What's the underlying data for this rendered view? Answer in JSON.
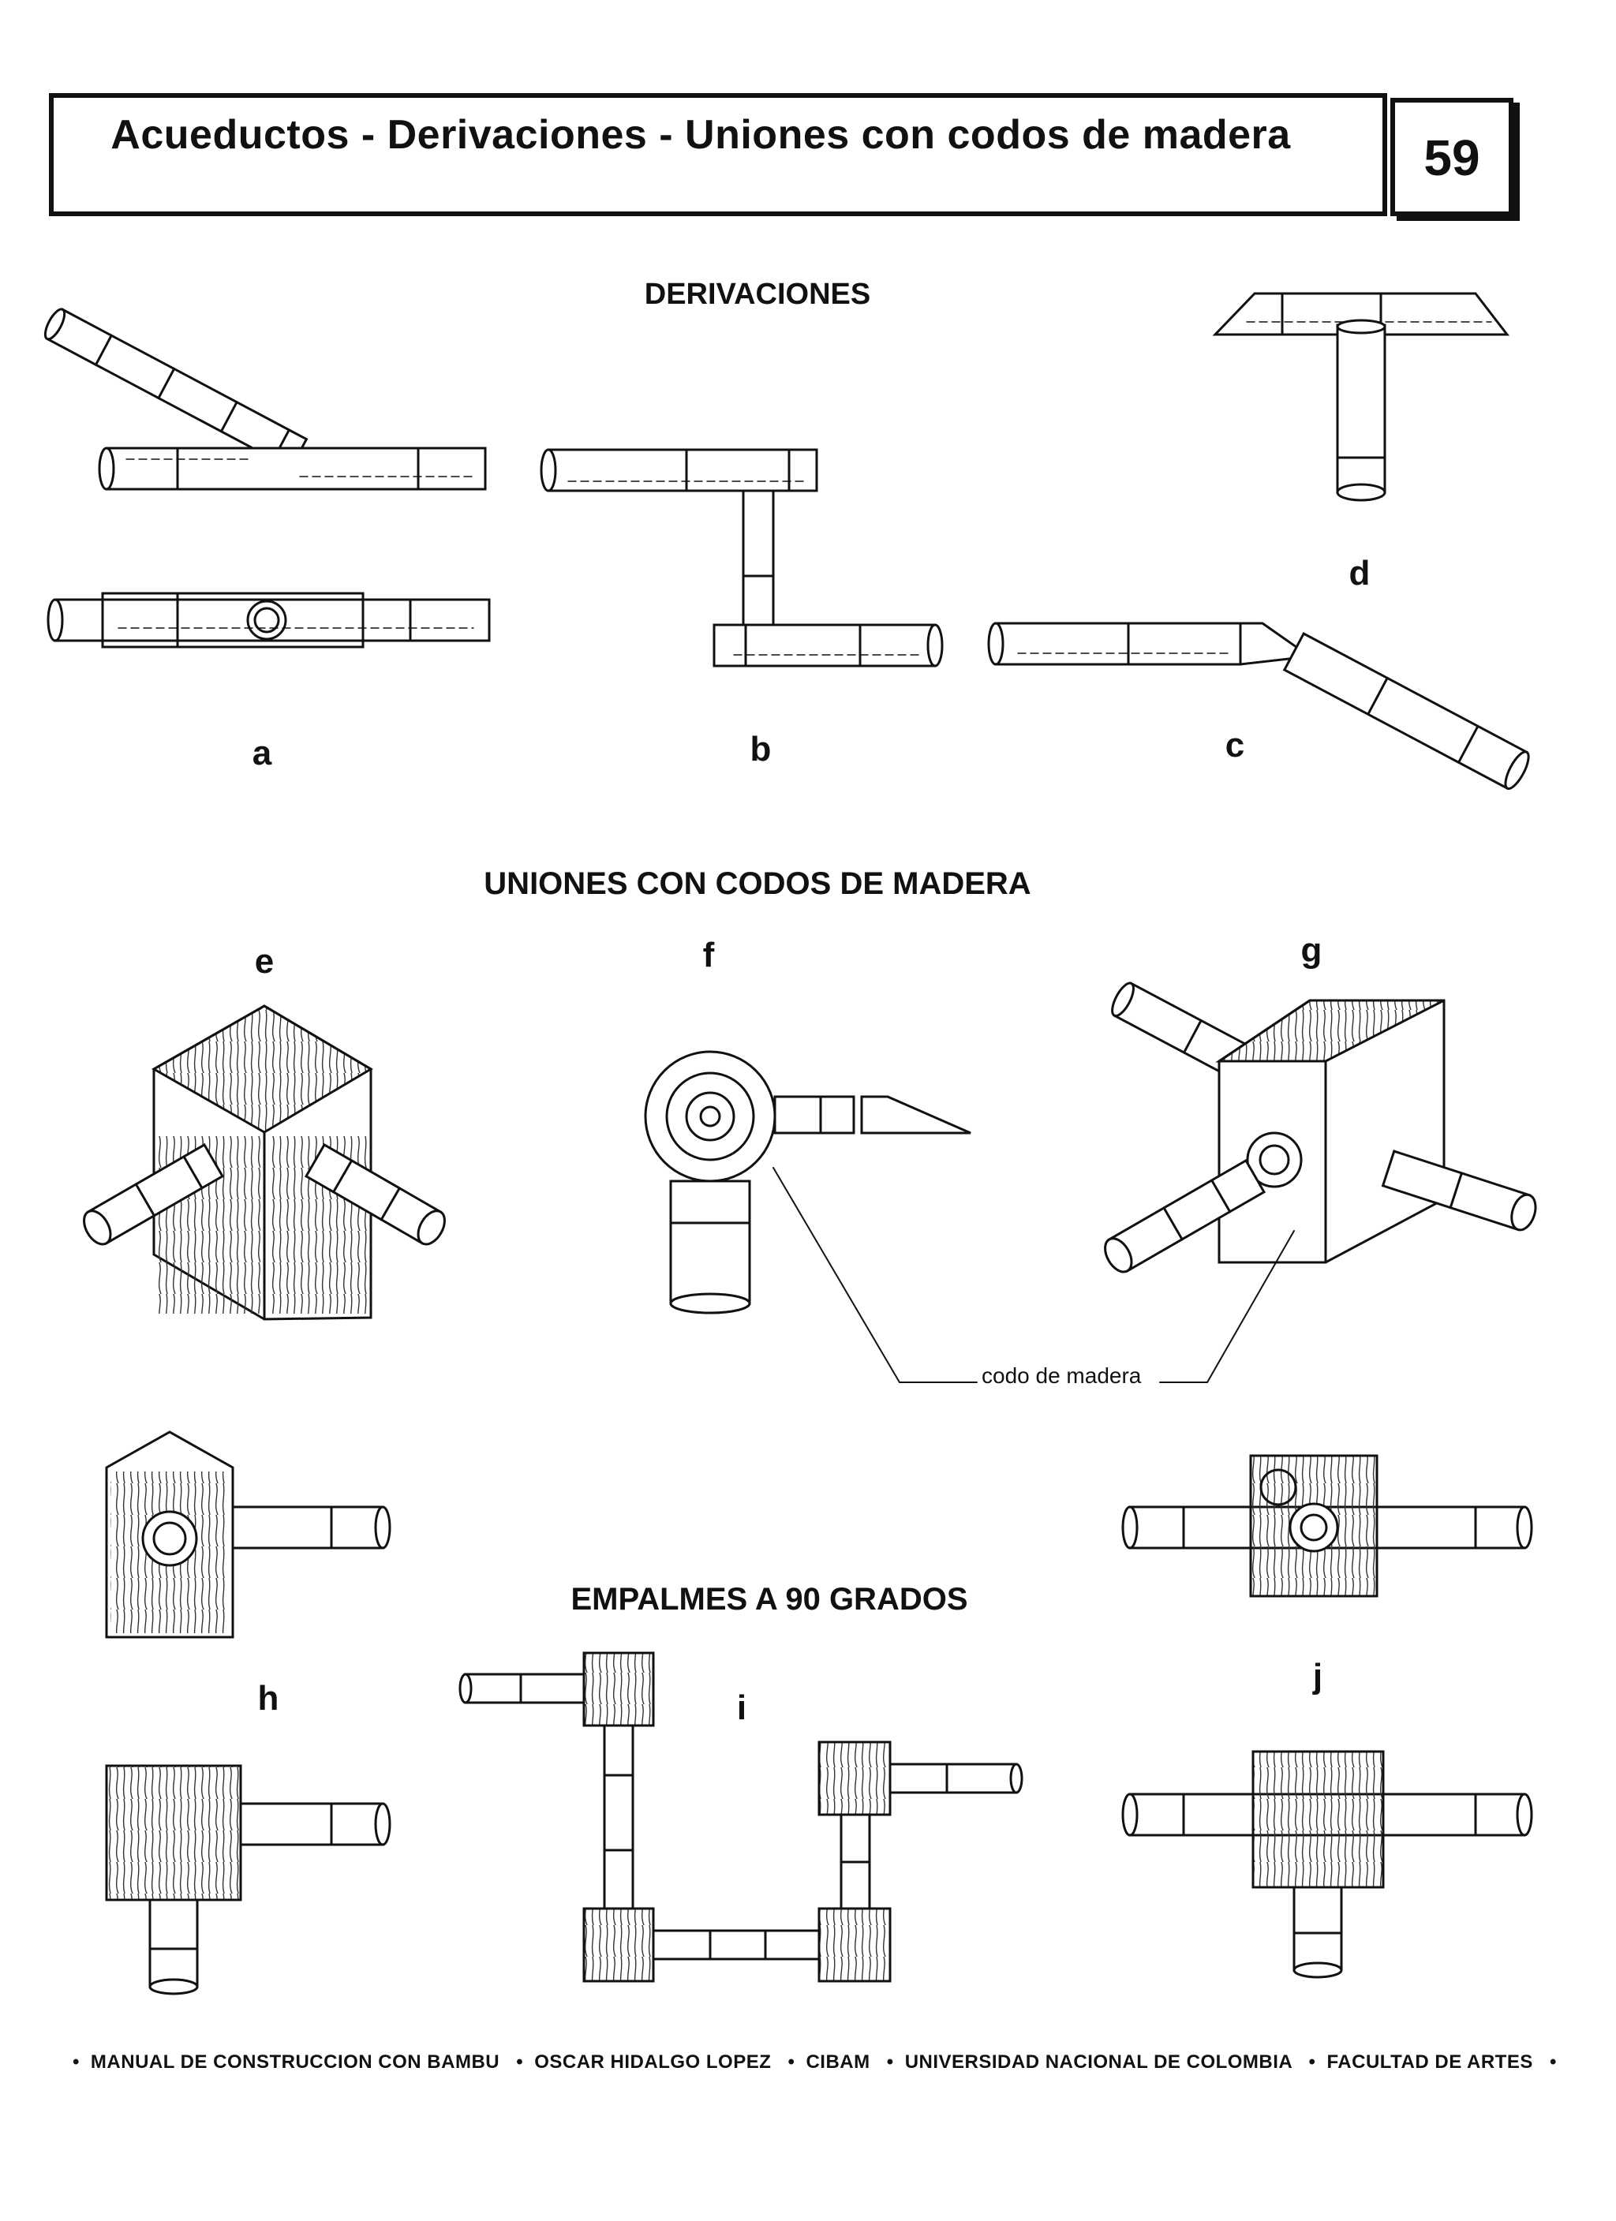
{
  "header": {
    "title": "Acueductos - Derivaciones - Uniones con codos de madera",
    "page_number": "59"
  },
  "sections": {
    "derivaciones": "DERIVACIONES",
    "uniones": "UNIONES CON CODOS DE MADERA",
    "empalmes": "EMPALMES A 90 GRADOS"
  },
  "figure_labels": {
    "a": "a",
    "b": "b",
    "c": "c",
    "d": "d",
    "e": "e",
    "f": "f",
    "g": "g",
    "h": "h",
    "i": "i",
    "j": "j"
  },
  "callout": "codo de madera",
  "footer": [
    "MANUAL DE CONSTRUCCION CON BAMBU",
    "OSCAR HIDALGO LOPEZ",
    "CIBAM",
    "UNIVERSIDAD NACIONAL DE COLOMBIA",
    "FACULTAD DE ARTES"
  ],
  "colors": {
    "ink": "#111111",
    "paper": "#ffffff",
    "wood": "#f4efe4"
  }
}
